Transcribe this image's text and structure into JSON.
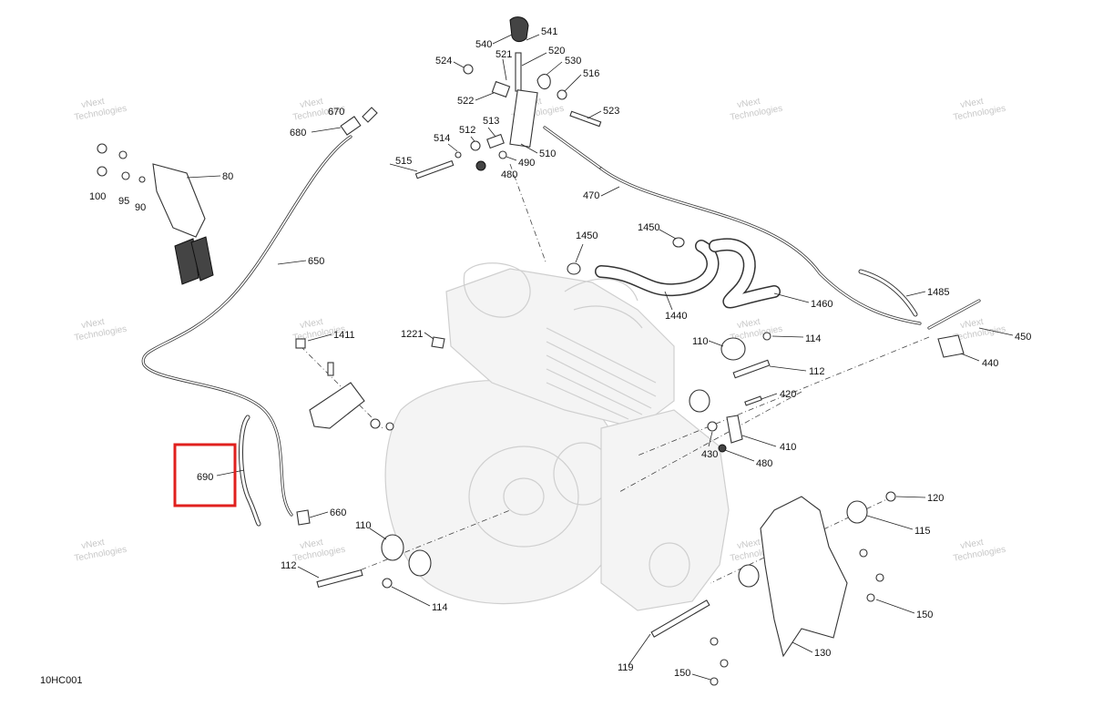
{
  "diagram_code": "10HC001",
  "watermark_text": [
    "vNext",
    "Technologies"
  ],
  "highlighted_callout": "690",
  "highlight_color": "#e0201e",
  "callouts": [
    {
      "id": "540",
      "label": "540"
    },
    {
      "id": "541",
      "label": "541"
    },
    {
      "id": "524",
      "label": "524"
    },
    {
      "id": "521",
      "label": "521"
    },
    {
      "id": "520",
      "label": "520"
    },
    {
      "id": "530",
      "label": "530"
    },
    {
      "id": "516",
      "label": "516"
    },
    {
      "id": "522",
      "label": "522"
    },
    {
      "id": "523",
      "label": "523"
    },
    {
      "id": "670",
      "label": "670"
    },
    {
      "id": "680",
      "label": "680"
    },
    {
      "id": "513",
      "label": "513"
    },
    {
      "id": "512",
      "label": "512"
    },
    {
      "id": "514",
      "label": "514"
    },
    {
      "id": "510",
      "label": "510"
    },
    {
      "id": "490",
      "label": "490"
    },
    {
      "id": "515",
      "label": "515"
    },
    {
      "id": "480a",
      "label": "480"
    },
    {
      "id": "80",
      "label": "80"
    },
    {
      "id": "100",
      "label": "100"
    },
    {
      "id": "95",
      "label": "95"
    },
    {
      "id": "90",
      "label": "90"
    },
    {
      "id": "470",
      "label": "470"
    },
    {
      "id": "1450a",
      "label": "1450"
    },
    {
      "id": "1450b",
      "label": "1450"
    },
    {
      "id": "650",
      "label": "650"
    },
    {
      "id": "1485",
      "label": "1485"
    },
    {
      "id": "1460",
      "label": "1460"
    },
    {
      "id": "1440",
      "label": "1440"
    },
    {
      "id": "1221",
      "label": "1221"
    },
    {
      "id": "1411",
      "label": "1411"
    },
    {
      "id": "110a",
      "label": "110"
    },
    {
      "id": "114a",
      "label": "114"
    },
    {
      "id": "450",
      "label": "450"
    },
    {
      "id": "440",
      "label": "440"
    },
    {
      "id": "112a",
      "label": "112"
    },
    {
      "id": "420",
      "label": "420"
    },
    {
      "id": "410",
      "label": "410"
    },
    {
      "id": "430",
      "label": "430"
    },
    {
      "id": "480b",
      "label": "480"
    },
    {
      "id": "690",
      "label": "690"
    },
    {
      "id": "120",
      "label": "120"
    },
    {
      "id": "660",
      "label": "660"
    },
    {
      "id": "115",
      "label": "115"
    },
    {
      "id": "110b",
      "label": "110"
    },
    {
      "id": "112b",
      "label": "112"
    },
    {
      "id": "114b",
      "label": "114"
    },
    {
      "id": "150a",
      "label": "150"
    },
    {
      "id": "130",
      "label": "130"
    },
    {
      "id": "119",
      "label": "119"
    },
    {
      "id": "150b",
      "label": "150"
    }
  ]
}
